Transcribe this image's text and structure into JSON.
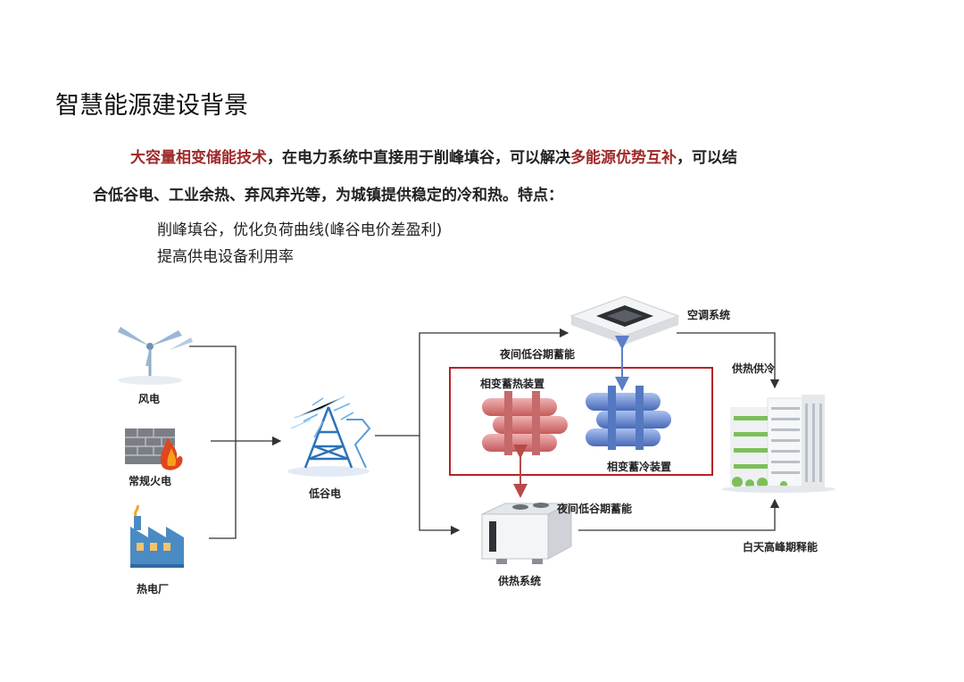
{
  "title": "智慧能源建设背景",
  "intro": {
    "seg1": "大容量相变储能技术",
    "seg2": "，在电力系统中直接用于削峰填谷，可以解决",
    "seg3": "多能源优势互补",
    "seg4": "，可以结",
    "line2": "合低谷电、工业余热、弃风弃光等，为城镇提供稳定的冷和热。特点："
  },
  "bullets": [
    "削峰填谷，优化负荷曲线(峰谷电价差盈利)",
    "提高供电设备利用率"
  ],
  "diagram": {
    "wind": "风电",
    "thermal": "常规火电",
    "chp": "热电厂",
    "offpeak": "低谷电",
    "ac_system": "空调系统",
    "night_store_top": "夜间低谷期蓄能",
    "heat_store": "相变蓄热装置",
    "cold_store": "相变蓄冷装置",
    "supply": "供热供冷",
    "night_store_bottom": "夜间低谷期蓄能",
    "heating_system": "供热系统",
    "day_release": "白天高峰期释能"
  },
  "colors": {
    "highlight": "#9e2a2b",
    "frame": "#b52226",
    "heat": "#d97a7a",
    "cold": "#5b7fc8",
    "arrow_heat": "#b84a4a",
    "arrow_cold": "#5b7fc8"
  }
}
